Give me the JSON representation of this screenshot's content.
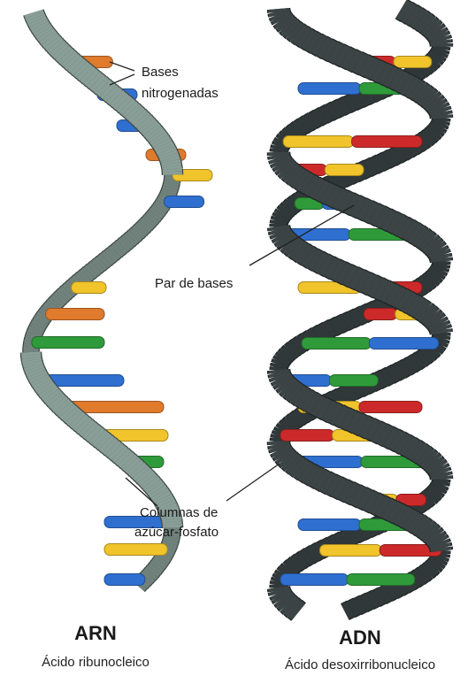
{
  "labels": {
    "bases": [
      "Bases",
      "nitrogenadas"
    ],
    "par": "Par de bases",
    "columnas": [
      "Columnas de",
      "azúcar-fosfato"
    ]
  },
  "molecules": {
    "rna": {
      "title": "ARN",
      "subtitle": "Ácido ribunocleico"
    },
    "dna": {
      "title": "ADN",
      "subtitle": "Ácido desoxirribonucleico"
    }
  },
  "colors": {
    "rna_backbone": "#8a9e98",
    "rna_backbone_edge": "#3e4a46",
    "dna_backbone": "#3c4446",
    "dna_backbone_edge": "#1f2526",
    "orange": "#e07a2c",
    "blue": "#2f6fd0",
    "yellow": "#f0c42a",
    "green": "#2f9a3a",
    "red": "#cc2a2a"
  },
  "rna_bases": [
    "orange",
    "blue",
    "blue",
    "orange",
    "yellow",
    "blue",
    "yellow",
    "orange",
    "green",
    "blue",
    "orange",
    "yellow",
    "green",
    "blue",
    "yellow",
    "blue"
  ],
  "dna_pairs": [
    [
      "red",
      "yellow"
    ],
    [
      "blue",
      "green"
    ],
    [
      "yellow",
      "red"
    ],
    [
      "red",
      "yellow"
    ],
    [
      "green",
      "blue"
    ],
    [
      "blue",
      "green"
    ],
    [
      "yellow",
      "red"
    ],
    [
      "red",
      "yellow"
    ],
    [
      "green",
      "blue"
    ],
    [
      "blue",
      "green"
    ],
    [
      "yellow",
      "red"
    ],
    [
      "red",
      "yellow"
    ],
    [
      "blue",
      "green"
    ],
    [
      "yellow",
      "red"
    ],
    [
      "blue",
      "green"
    ],
    [
      "yellow",
      "red"
    ],
    [
      "blue",
      "green"
    ]
  ]
}
